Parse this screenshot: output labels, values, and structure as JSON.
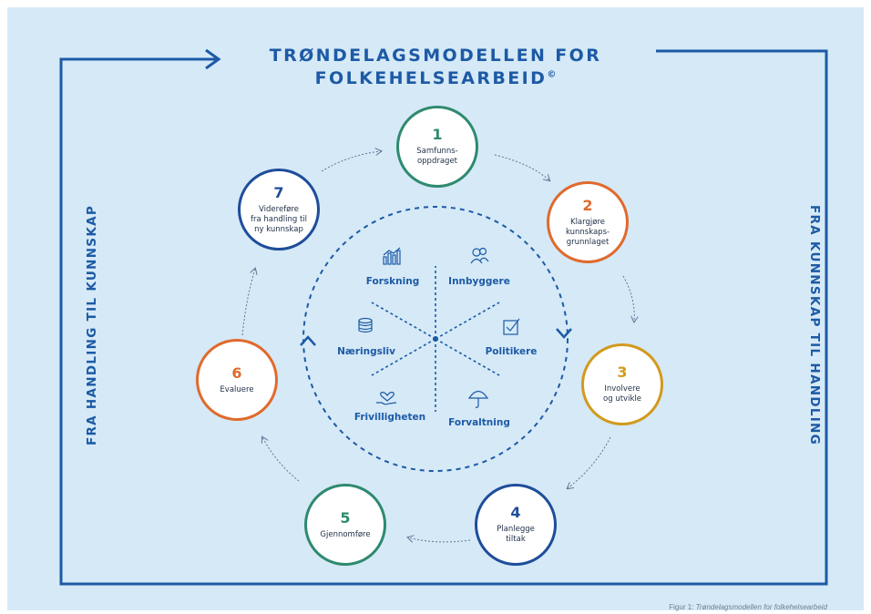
{
  "title": {
    "line1": "TRØNDELAGSMODELLEN FOR",
    "line2": "FOLKEHELSEARBEID",
    "mark": "©"
  },
  "side_labels": {
    "left": "FRA HANDLING TIL KUNNSKAP",
    "right": "FRA KUNNSKAP TIL HANDLING"
  },
  "steps": [
    {
      "number": "1",
      "label": "Samfunns-\noppdraget",
      "color": "#2e8a6e"
    },
    {
      "number": "2",
      "label": "Klargjøre\nkunnskaps-\ngrunnlaget",
      "color": "#e06a2c"
    },
    {
      "number": "3",
      "label": "Involvere\nog utvikle",
      "color": "#d29a1d"
    },
    {
      "number": "4",
      "label": "Planlegge\ntiltak",
      "color": "#1e4d9a"
    },
    {
      "number": "5",
      "label": "Gjennomføre",
      "color": "#2e8a6e"
    },
    {
      "number": "6",
      "label": "Evaluere",
      "color": "#e06a2c"
    },
    {
      "number": "7",
      "label": "Videreføre\nfra handling til\nny kunnskap",
      "color": "#1e4d9a"
    }
  ],
  "stakeholders": [
    {
      "label": "Forskning",
      "icon": "chart-icon"
    },
    {
      "label": "Innbyggere",
      "icon": "people-icon"
    },
    {
      "label": "Politikere",
      "icon": "checkbox-icon"
    },
    {
      "label": "Forvaltning",
      "icon": "umbrella-icon"
    },
    {
      "label": "Frivilligheten",
      "icon": "hand-heart-icon"
    },
    {
      "label": "Næringsliv",
      "icon": "coins-icon"
    }
  ],
  "caption": {
    "prefix": "Figur 1:",
    "text": "Trøndelagsmodellen for folkehelsearbeid"
  },
  "colors": {
    "background": "#d5e9f7",
    "frame": "#1d5aa5",
    "text_dark": "#1f2f46"
  }
}
